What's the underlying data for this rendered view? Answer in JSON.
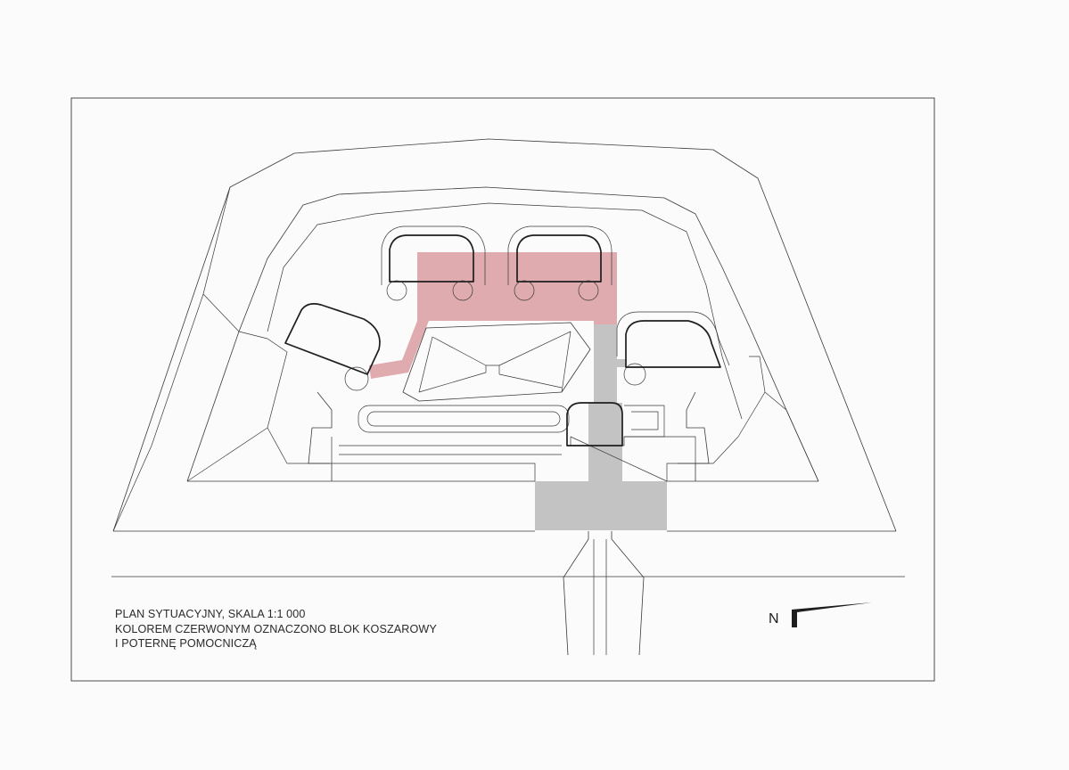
{
  "caption": {
    "line1": "PLAN SYTUACYJNY, SKALA 1:1 000",
    "line2": "KOLOREM CZERWONYM OZNACZONO BLOK KOSZAROWY",
    "line3": "I POTERNĘ POMOCNICZĄ"
  },
  "north_arrow": {
    "label": "N"
  },
  "colors": {
    "highlight_red": "#d8979b",
    "highlight_gray": "#c2c2c2",
    "linework": "#3a3a3a"
  }
}
